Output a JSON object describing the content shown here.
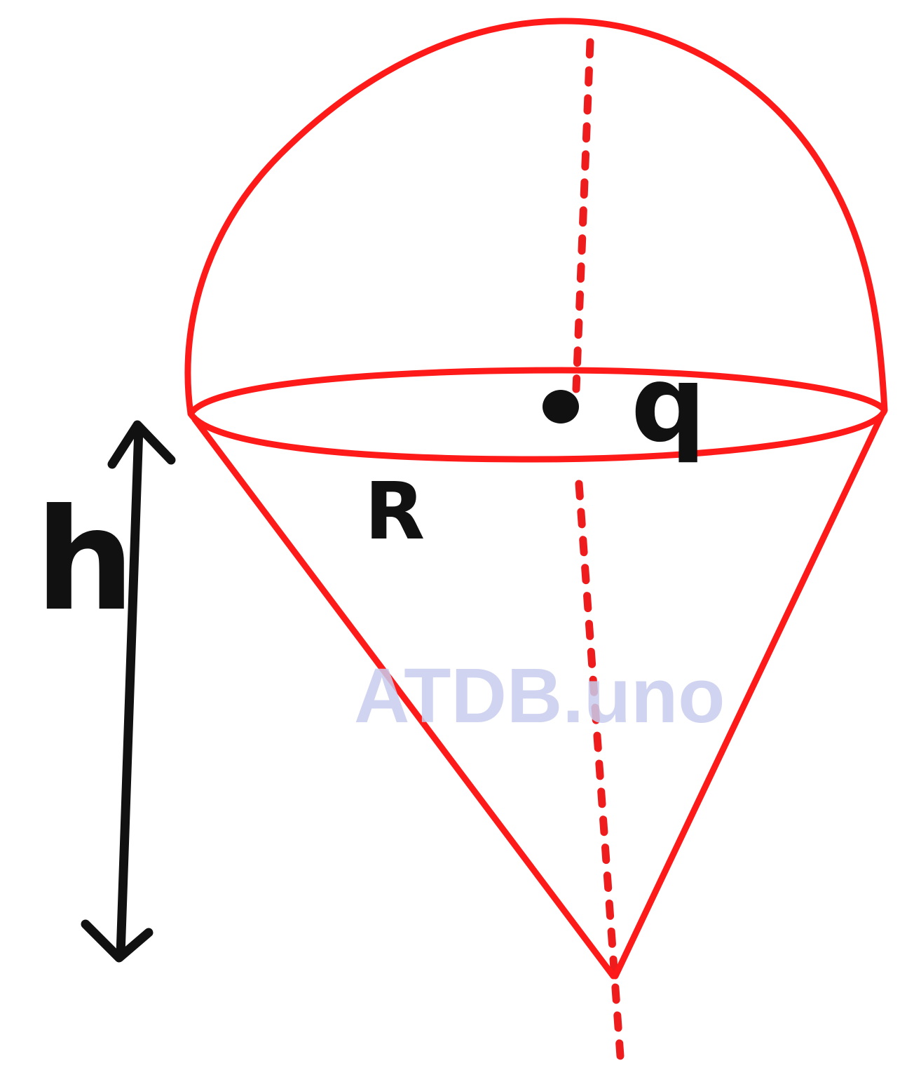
{
  "labels": {
    "height": "h",
    "radius": "R",
    "charge": "q"
  },
  "watermark": "ATDB.uno",
  "colors": {
    "outline": "#ff1a1a",
    "axis": "#ee1c1c",
    "annotation": "#111111",
    "watermark": "#c8cdee"
  }
}
